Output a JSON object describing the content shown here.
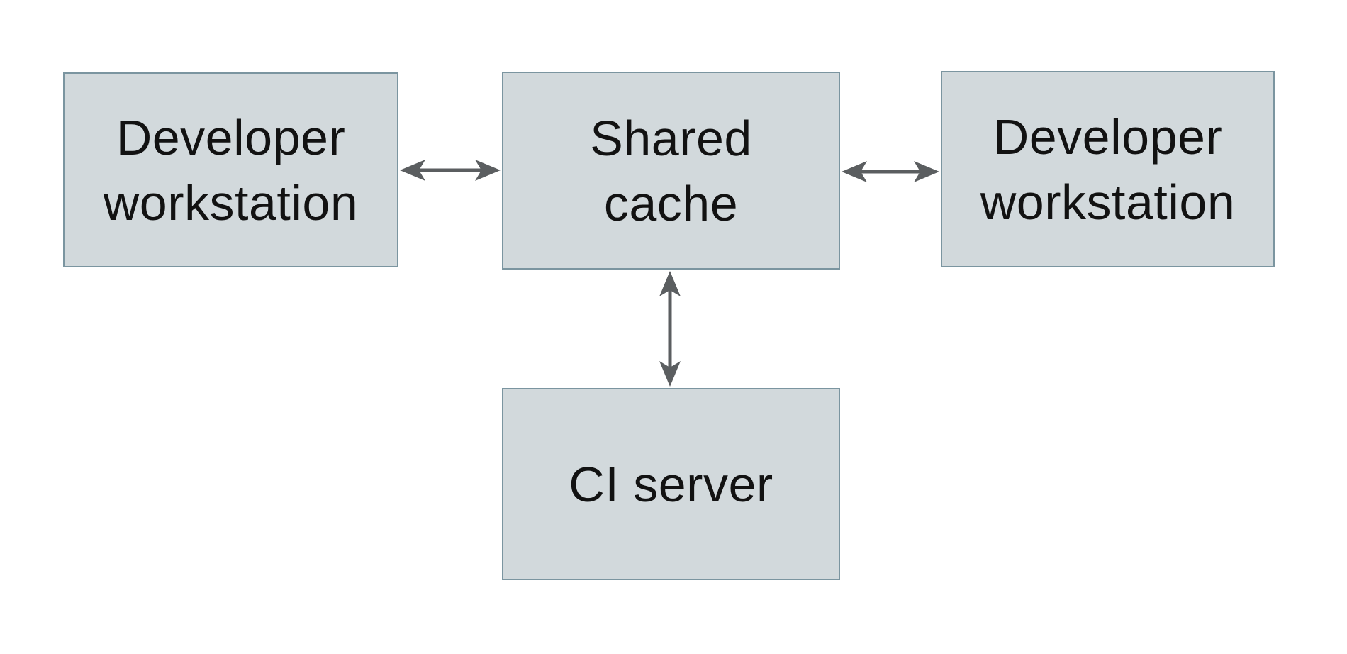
{
  "nodes": {
    "dev_left": {
      "line1": "Developer",
      "line2": "workstation"
    },
    "shared_cache": {
      "line1": "Shared",
      "line2": "cache"
    },
    "dev_right": {
      "line1": "Developer",
      "line2": "workstation"
    },
    "ci_server": {
      "line1": "CI server"
    }
  },
  "edges": [
    {
      "from": "developer-workstation-left",
      "to": "shared-cache",
      "direction": "bidirectional"
    },
    {
      "from": "developer-workstation-right",
      "to": "shared-cache",
      "direction": "bidirectional"
    },
    {
      "from": "ci-server",
      "to": "shared-cache",
      "direction": "bidirectional"
    }
  ],
  "colors": {
    "background": "#ffffff",
    "node_fill": "#d2d9dc",
    "node_border": "#7b95a0",
    "arrow": "#5b5e60",
    "text": "#121212"
  }
}
